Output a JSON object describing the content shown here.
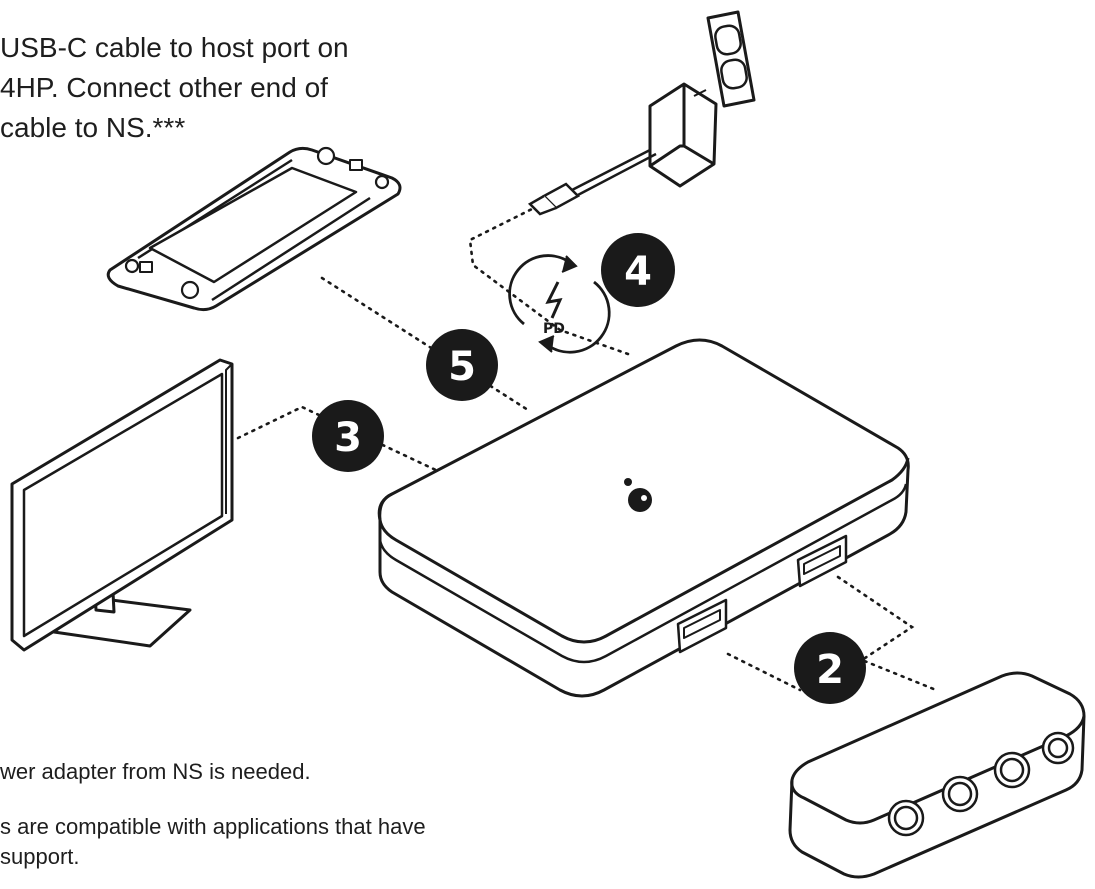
{
  "instructions": {
    "text": "USB-C cable to host port on\n4HP. Connect other end of\ncable to NS.***"
  },
  "notes": [
    "wer adapter from NS is needed.",
    "s are compatible with applications that have\nsupport."
  ],
  "steps": {
    "step2": "2",
    "step3": "3",
    "step4": "4",
    "step5": "5"
  },
  "pd_label": "PD",
  "colors": {
    "line": "#1a1a1a",
    "badge": "#1a1a1a",
    "background": "#ffffff"
  }
}
